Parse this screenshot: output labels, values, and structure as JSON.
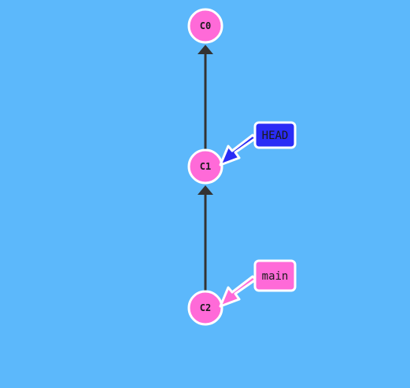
{
  "colors": {
    "background": "#5cb8fb",
    "commit_fill": "#ff6ad8",
    "commit_stroke": "#ffffff",
    "edge": "#333333",
    "head_fill": "#2a2cf6",
    "main_fill": "#ff6ad8",
    "ref_text": "#1a1a1a"
  },
  "commits": [
    {
      "id": "C0",
      "label": "C0"
    },
    {
      "id": "C1",
      "label": "C1"
    },
    {
      "id": "C2",
      "label": "C2"
    }
  ],
  "edges": [
    {
      "from": "C1",
      "to": "C0"
    },
    {
      "from": "C2",
      "to": "C1"
    }
  ],
  "refs": {
    "head": {
      "label": "HEAD",
      "points_to": "C1"
    },
    "main": {
      "label": "main",
      "points_to": "C2"
    }
  }
}
